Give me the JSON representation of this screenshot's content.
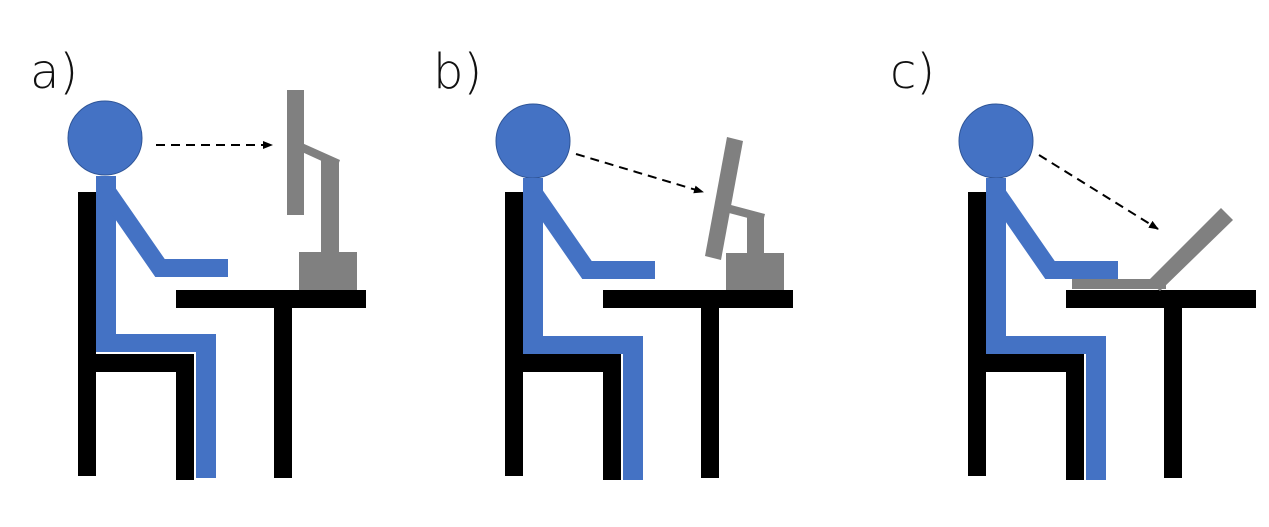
{
  "panels": [
    {
      "id": "a",
      "label": "a)",
      "device": "monitor-raised",
      "gaze": "straight"
    },
    {
      "id": "b",
      "label": "b)",
      "device": "monitor-low-tilted",
      "gaze": "slightly-down"
    },
    {
      "id": "c",
      "label": "c)",
      "device": "laptop",
      "gaze": "steeply-down"
    }
  ],
  "colors": {
    "person": "#4472C4",
    "furniture": "#000000",
    "device": "#808080",
    "gaze_line": "#000000",
    "background": "#FFFFFF"
  }
}
